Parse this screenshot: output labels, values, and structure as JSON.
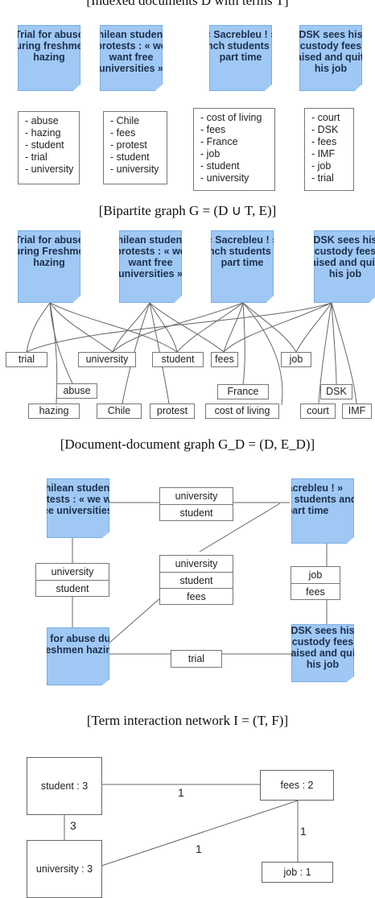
{
  "sections": {
    "indexed": "[Indexed documents D with terms T]",
    "bipartite": "[Bipartite graph G = (D ∪ T, E)]",
    "docdoc": "[Document-document graph G_D = (D, E_D)]",
    "interaction": "[Term interaction network I = (T, F)]"
  },
  "indexed": {
    "docs": [
      {
        "title": "Trial for abuse during freshmen hazing",
        "terms": [
          "- abuse",
          "- hazing",
          "- student",
          "- trial",
          "- university"
        ]
      },
      {
        "title": "Chilean students protests : « we want free universities »",
        "terms": [
          "- Chile",
          "- fees",
          "- protest",
          "- student",
          "- university"
        ]
      },
      {
        "title": "« Sacrebleu ! » French students and part time",
        "terms": [
          "- cost of living",
          "- fees",
          "- France",
          "- job",
          "- student",
          "- university"
        ]
      },
      {
        "title": "DSK sees his custody fees raised and quits his job",
        "terms": [
          "- court",
          "- DSK",
          "- fees",
          "- IMF",
          "- job",
          "- trial"
        ]
      }
    ]
  },
  "bipartite": {
    "docs": [
      "Trial for abuse during Freshmen hazing",
      "Chilean students protests : « we want free universities »",
      "« Sacrebleu ! » French students and part time",
      "DSK sees his custody fees raised and quits his job"
    ],
    "terms": {
      "trial": "trial",
      "university": "university",
      "student": "student",
      "fees": "fees",
      "job": "job",
      "abuse": "abuse",
      "france": "France",
      "dsk": "DSK",
      "hazing": "hazing",
      "chile": "Chile",
      "protest": "protest",
      "cost": "cost of living",
      "court": "court",
      "imf": "IMF"
    }
  },
  "docdoc": {
    "docs": {
      "chilean": "Chilean students Protests : « we want free universities »",
      "sacrebleu": "« Sacrebleu ! » French students and part time",
      "trial": "Trial for abuse during freshmen hazing",
      "dsk": "DSK sees his custody fees raised and quit his job"
    },
    "edges": {
      "chilean_sacrebleu": [
        "university",
        "student"
      ],
      "chilean_trial": [
        "university",
        "student"
      ],
      "trial_sacrebleu": [
        "university",
        "student",
        "fees"
      ],
      "sacrebleu_dsk": [
        "job",
        "fees"
      ],
      "trial_dsk": [
        "trial"
      ]
    }
  },
  "interaction": {
    "nodes": {
      "student": "student : 3",
      "fees": "fees : 2",
      "university": "university : 3",
      "job": "job : 1"
    },
    "edges": {
      "student_fees": "1",
      "student_university": "3",
      "university_fees": "1",
      "fees_job": "1"
    }
  },
  "colors": {
    "doc_fill": "#9fc8f5",
    "doc_border": "#7aaee0",
    "line": "#666666"
  }
}
